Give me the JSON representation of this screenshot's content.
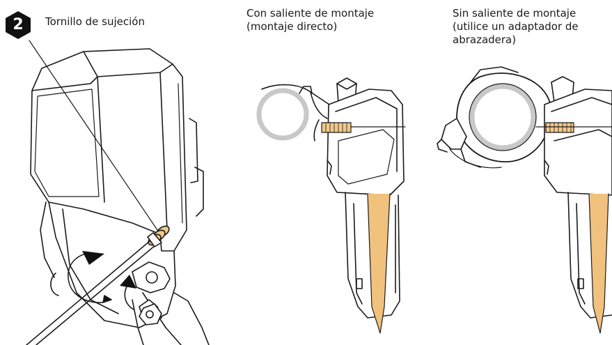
{
  "step": {
    "number": "2",
    "label": "Tornillo de sujeción"
  },
  "panel_direct": {
    "line1": "Con saliente de montaje",
    "line2": "(montaje directo)"
  },
  "panel_clamp": {
    "line1": "Sin saliente de montaje",
    "line2": "(utilice un adaptador de",
    "line3": "abrazadera)"
  },
  "colors": {
    "ink": "#1a1a1a",
    "badge": "#111111",
    "screw": "#f2c98a",
    "blade": "#f0c27e",
    "ring": "#c8c8c8"
  }
}
